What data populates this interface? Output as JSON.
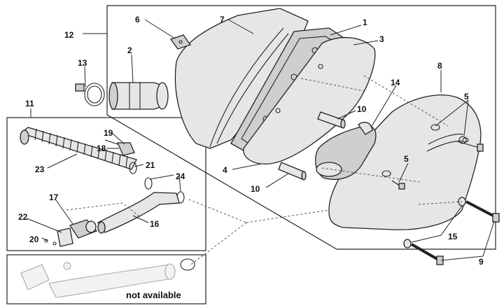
{
  "callouts": {
    "c1": "1",
    "c2": "2",
    "c3": "3",
    "c4": "4",
    "c5a": "5",
    "c5b": "5",
    "c6": "6",
    "c7": "7",
    "c8": "8",
    "c9": "9",
    "c10a": "10",
    "c10b": "10",
    "c11": "11",
    "c12": "12",
    "c13": "13",
    "c14": "14",
    "c15": "15",
    "c16": "16",
    "c17": "17",
    "c18": "18",
    "c19": "19",
    "c20": "20",
    "c21": "21",
    "c22": "22",
    "c23": "23",
    "c24": "24"
  },
  "not_available_label": "not available"
}
